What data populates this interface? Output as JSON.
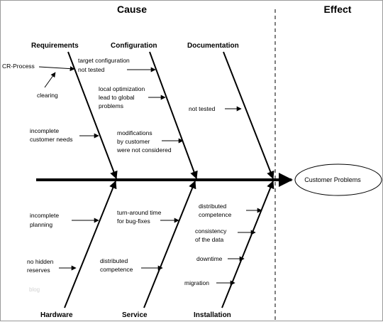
{
  "headers": {
    "cause": "Cause",
    "effect": "Effect"
  },
  "categories": {
    "requirements": "Requirements",
    "configuration": "Configuration",
    "documentation": "Documentation",
    "hardware": "Hardware",
    "service": "Service",
    "installation": "Installation"
  },
  "causes": {
    "cr_process": "CR-Process",
    "clearing": "clearing",
    "target_config_1": "target configuration",
    "target_config_2": "not tested",
    "local_opt_1": "local optimization",
    "local_opt_2": "lead to global",
    "local_opt_3": "problems",
    "not_tested": "not tested",
    "incomplete_needs_1": "incomplete",
    "incomplete_needs_2": "customer needs",
    "modifications_1": "modifications",
    "modifications_2": "by customer",
    "modifications_3": "were not considered",
    "incomplete_planning_1": "incomplete",
    "incomplete_planning_2": "planning",
    "turnaround_1": "turn-around time",
    "turnaround_2": "for bug-fixes",
    "distributed_inst_1": "distributed",
    "distributed_inst_2": "competence",
    "consistency_1": "consistency",
    "consistency_2": "of the data",
    "downtime": "downtime",
    "migration": "migration",
    "no_hidden_1": "no hidden",
    "no_hidden_2": "reserves",
    "distributed_serv_1": "distributed",
    "distributed_serv_2": "competence"
  },
  "effect": {
    "label": "Customer Problems"
  },
  "watermark": "blog",
  "colors": {
    "line": "#000000",
    "text": "#000000",
    "watermark": "#d2d2d2",
    "border": "#9a9a9a"
  }
}
